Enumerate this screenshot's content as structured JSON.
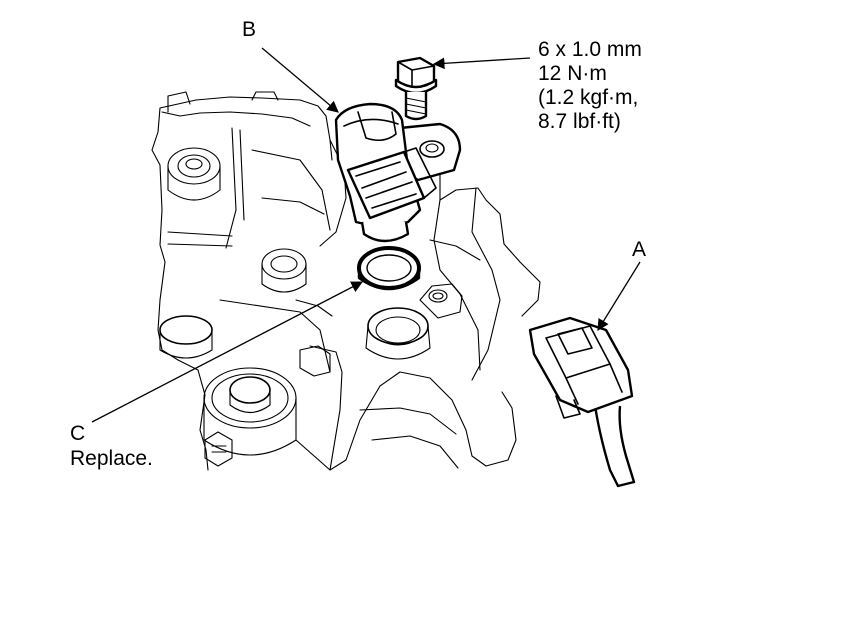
{
  "callouts": {
    "a": {
      "letter": "A"
    },
    "b": {
      "letter": "B"
    },
    "c": {
      "letter": "C",
      "note": "Replace."
    },
    "bolt_spec": {
      "size": "6 x 1.0 mm",
      "torque_nm": "12 N·m",
      "torque_kgfm": "(1.2 kgf·m,",
      "torque_lbfft": "8.7 lbf·ft)"
    }
  },
  "colors": {
    "line": "#000000",
    "background": "#ffffff"
  }
}
